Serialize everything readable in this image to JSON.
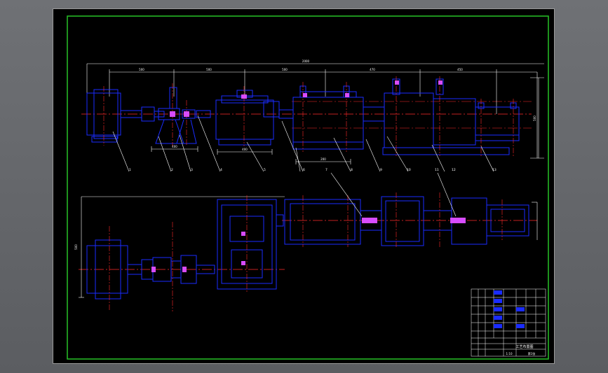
{
  "app": {
    "background_color": "#66686c",
    "viewport_color": "#000000"
  },
  "colors": {
    "frame": "#27c227",
    "outline": "#1a2cff",
    "centerline": "#ff2a2a",
    "dimension": "#ffffff",
    "accent": "#d84cff"
  },
  "balloons": [
    "1",
    "2",
    "3",
    "4",
    "5",
    "6",
    "7",
    "8",
    "9",
    "10",
    "11",
    "12",
    "13"
  ],
  "dimensions": {
    "overall": "2000",
    "span_1": "500",
    "span_2": "500",
    "span_3": "500",
    "span_4": "470",
    "span_5": "450",
    "height_right": "500",
    "plan_left": "500",
    "base_1": "400",
    "base_2": "400",
    "base_3": "200"
  },
  "title_block": {
    "title": "工艺布置图",
    "scale": "1:10",
    "sheet": "第1张"
  }
}
